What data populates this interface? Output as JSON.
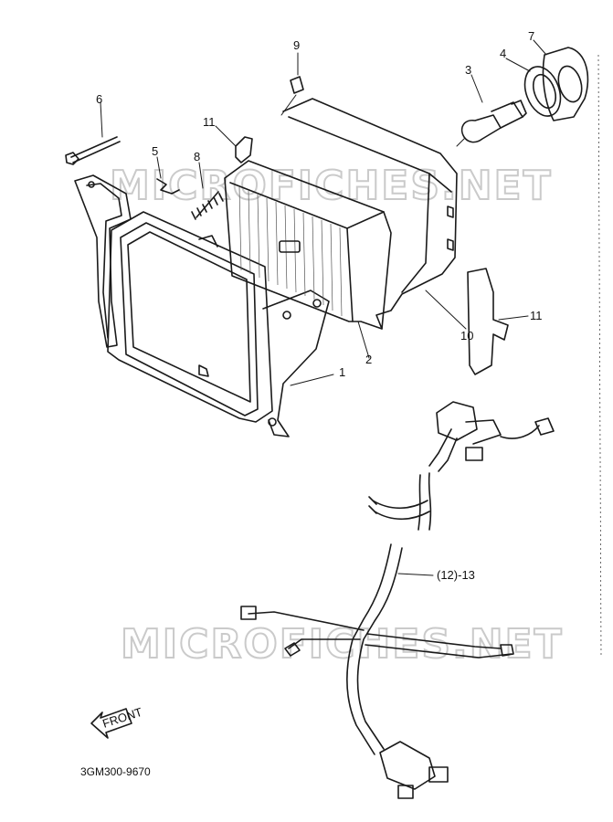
{
  "watermarks": [
    "MICROFICHES.NET",
    "MICROFICHES.NET"
  ],
  "drawing_code": "3GM300-9670",
  "front_arrow_label": "FRONT",
  "callouts": {
    "c1": "1",
    "c2": "2",
    "c3": "3",
    "c4": "4",
    "c5": "5",
    "c6": "6",
    "c7": "7",
    "c8": "8",
    "c9": "9",
    "c10": "10",
    "c11a": "11",
    "c11b": "11",
    "c12": "(12)-13"
  }
}
